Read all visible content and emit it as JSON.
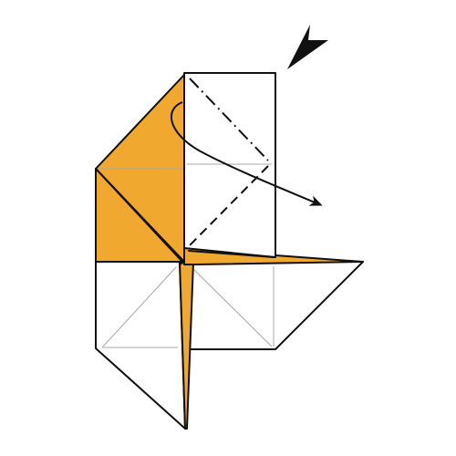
{
  "diagram": {
    "paper_color": "#f0a82e",
    "paper_back_color": "#ffffff",
    "line_color": "#111111",
    "crease_color": "#a9a9a9",
    "steps": [
      {
        "name": "mountain-fold",
        "line_style": "dash-dot"
      },
      {
        "name": "valley-fold",
        "line_style": "dashed"
      },
      {
        "name": "fold-over-arrow",
        "direction": "down-right"
      },
      {
        "name": "viewing-direction-arrow",
        "direction": "down-left"
      }
    ]
  }
}
